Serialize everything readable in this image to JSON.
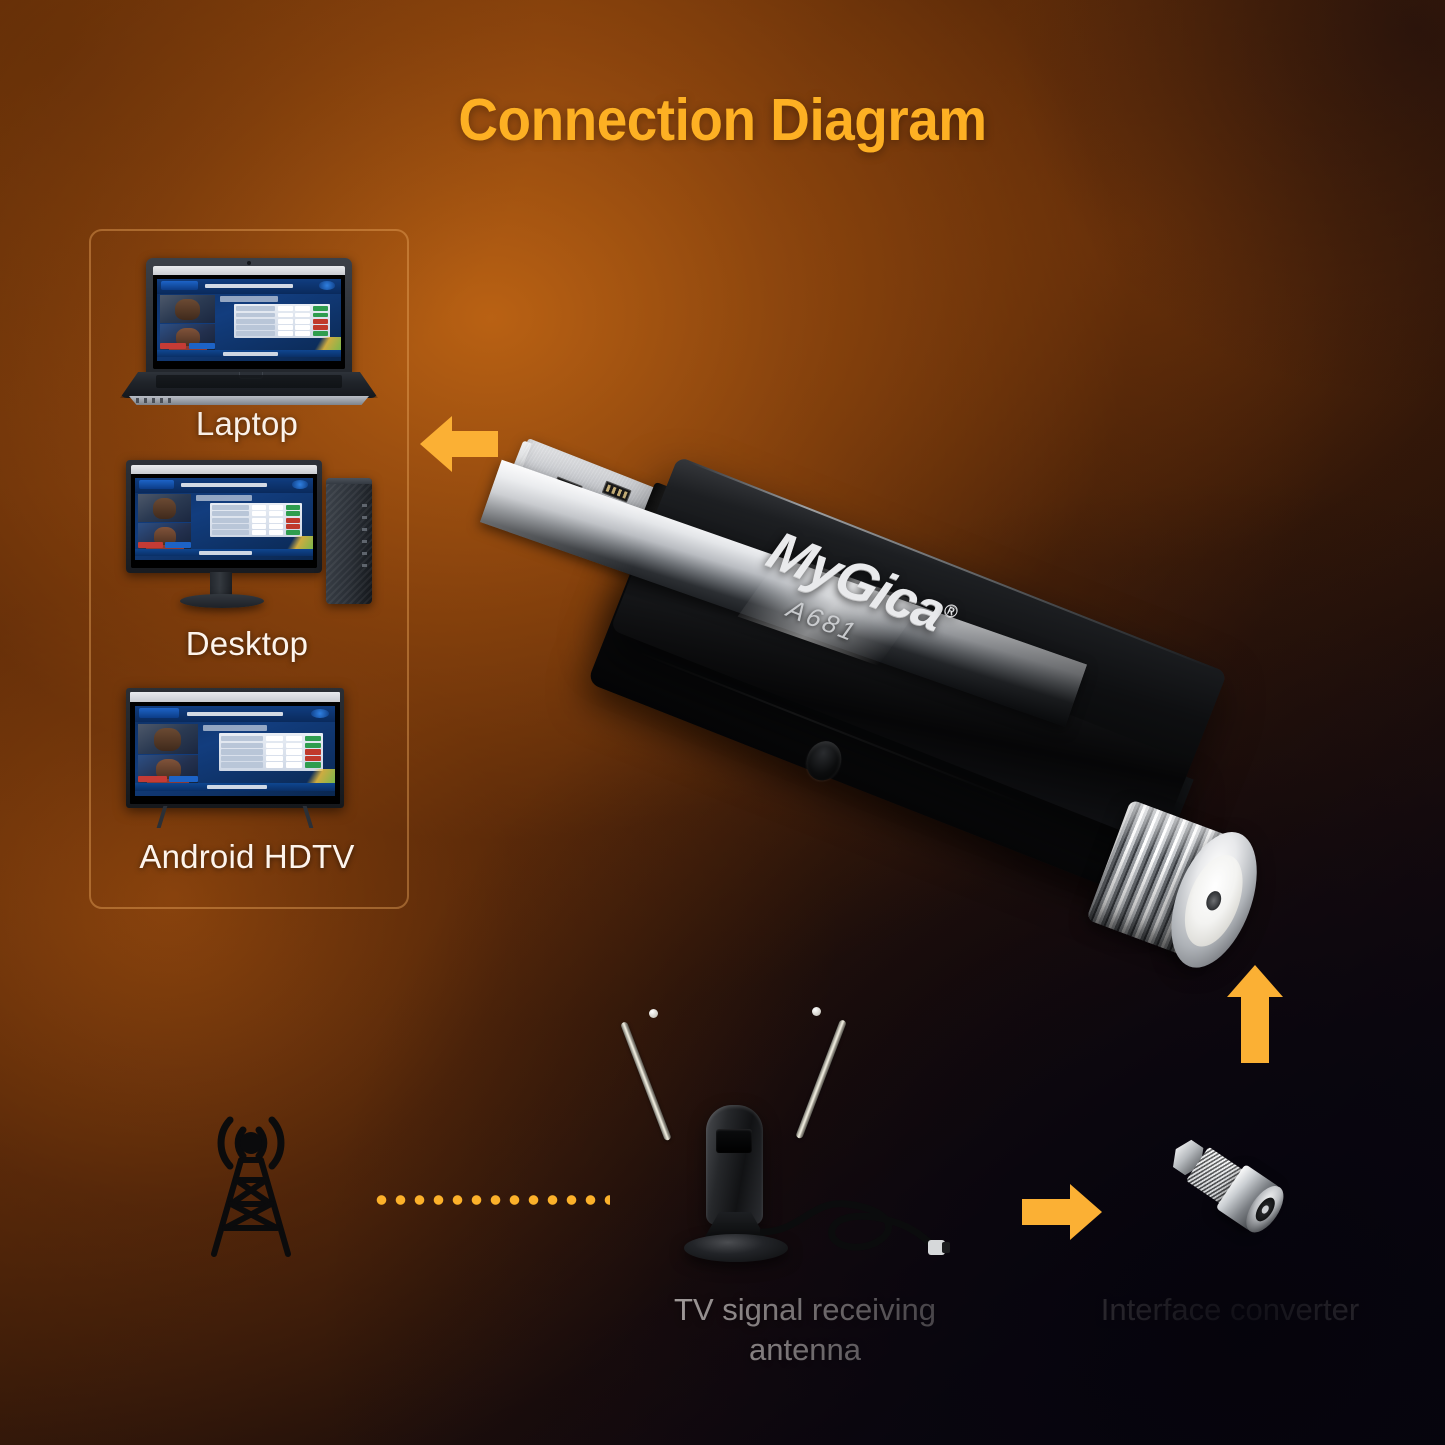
{
  "page": {
    "title": "Connection Diagram",
    "background_colors": {
      "warm_orange": "#7e3c08",
      "mid_brown": "#4a2208",
      "dark_corner": "#06050c"
    },
    "accent_color": "#fdb023",
    "label_color": "#fdf5ee"
  },
  "device_box": {
    "border_color": "#ecaa60",
    "items": [
      {
        "key": "laptop",
        "label": "Laptop",
        "icon": "laptop-icon"
      },
      {
        "key": "desktop",
        "label": "Desktop",
        "icon": "desktop-computer-icon"
      },
      {
        "key": "hdtv",
        "label": "Android HDTV",
        "icon": "television-icon"
      }
    ]
  },
  "screen_content": {
    "headline": "CONFERENCE MARKET MOVERS",
    "subhead": "MARKET MOVERS",
    "ticker": "BUY OR SELL",
    "channel_tag": "HDTV",
    "theme_color": "#103d80"
  },
  "product": {
    "brand": "MyGica",
    "registered_mark": "®",
    "model": "A681",
    "connector_usb": "usb-a-plug",
    "connector_rf": "f-type-female-connector",
    "ir_port": "ir-receiver-hole"
  },
  "signal_chain": {
    "tower": {
      "icon": "broadcast-tower-icon",
      "label": ""
    },
    "dots": {
      "icon": "dotted-signal-line",
      "color": "#fcb12a",
      "count": 13
    },
    "antenna": {
      "icon": "tv-antenna-icon",
      "label_line1": "TV signal receiving",
      "label_line2": "antenna"
    },
    "converter": {
      "icon": "coax-adapter-icon",
      "label": "Interface converter"
    }
  },
  "arrows": [
    {
      "key": "to-devices",
      "direction": "left",
      "color": "#fbb034"
    },
    {
      "key": "to-dongle",
      "direction": "up",
      "color": "#fbb034"
    },
    {
      "key": "to-converter",
      "direction": "right",
      "color": "#fbb034"
    }
  ]
}
